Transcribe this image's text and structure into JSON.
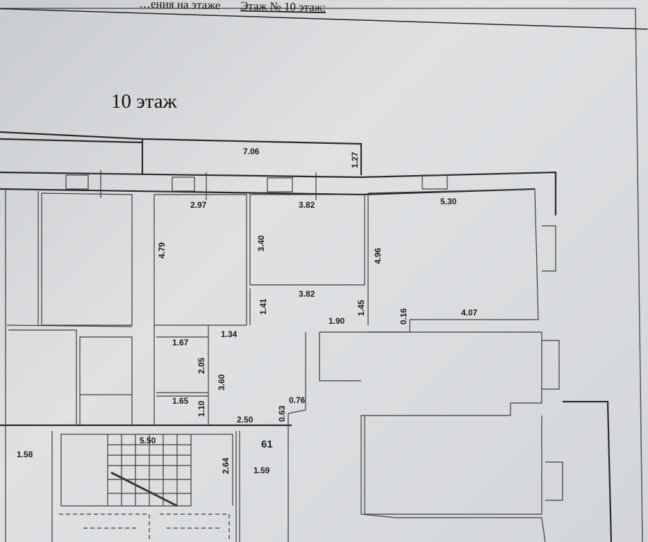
{
  "header": {
    "prefix": "…ения на этаже",
    "floor_link": "Этаж № 10 этаж:"
  },
  "plan_title": "10 этаж",
  "dimensions": {
    "d706": "7.06",
    "d127": "1.27",
    "d297": "2.97",
    "d382a": "3.82",
    "d530": "5.30",
    "d479": "4.79",
    "d340": "3.40",
    "d496": "4.96",
    "d382b": "3.82",
    "d141": "1.41",
    "d145": "1.45",
    "d190": "1.90",
    "d016": "0.16",
    "d407": "4.07",
    "d134": "1.34",
    "d167": "1.67",
    "d205": "2.05",
    "d360": "3.60",
    "d165": "1.65",
    "d110": "1.10",
    "d063": "0.63",
    "d076": "0.76",
    "d250": "2.50",
    "d550": "5.50",
    "d158": "1.58",
    "d264": "2.64",
    "d159": "1.59"
  },
  "room_number": "61"
}
